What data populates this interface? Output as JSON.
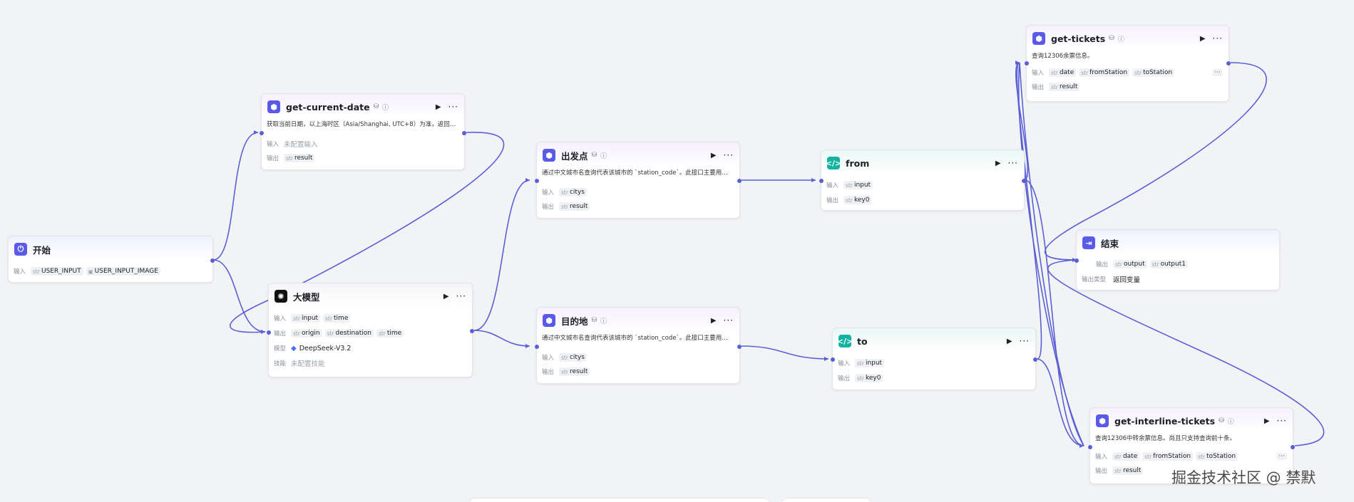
{
  "watermark": "掘金技术社区 @ 禁默",
  "labels": {
    "input": "输入",
    "output": "输出",
    "model": "模型",
    "skill": "技能",
    "output_type": "输出类型"
  },
  "nodes": {
    "start": {
      "title": "开始",
      "inputs": [
        {
          "type": "str",
          "name": "USER_INPUT"
        },
        {
          "type": "image",
          "name": "USER_INPUT_IMAGE"
        }
      ]
    },
    "get_current_date": {
      "title": "get-current-date",
      "desc": "获取当前日期，以上海时区（Asia/Shanghai, UTC+8）为准，返回格式为 \"YYYY-MM-DD\"",
      "input_text": "未配置输入",
      "outputs": [
        {
          "type": "str",
          "name": "result"
        }
      ]
    },
    "llm": {
      "title": "大模型",
      "inputs": [
        {
          "type": "str",
          "name": "input"
        },
        {
          "type": "str",
          "name": "time"
        }
      ],
      "outputs": [
        {
          "type": "str",
          "name": "origin"
        },
        {
          "type": "str",
          "name": "destination"
        },
        {
          "type": "str",
          "name": "time"
        }
      ],
      "model": "DeepSeek-V3.2",
      "skill_text": "未配置技能"
    },
    "origin": {
      "title": "出发点",
      "desc": "通过中文城市名查询代表该城市的 `station_code`。此接口主要用于在用户提供出发地和到达地城市时使用",
      "inputs": [
        {
          "type": "str",
          "name": "citys"
        }
      ],
      "outputs": [
        {
          "type": "str",
          "name": "result"
        }
      ]
    },
    "destination": {
      "title": "目的地",
      "desc": "通过中文城市名查询代表该城市的 `station_code`。此接口主要用于在用户提供出发地和到达地城市时使用",
      "inputs": [
        {
          "type": "str",
          "name": "citys"
        }
      ],
      "outputs": [
        {
          "type": "str",
          "name": "result"
        }
      ]
    },
    "from": {
      "title": "from",
      "inputs": [
        {
          "type": "str",
          "name": "input"
        }
      ],
      "outputs": [
        {
          "type": "str",
          "name": "key0"
        }
      ]
    },
    "to": {
      "title": "to",
      "inputs": [
        {
          "type": "str",
          "name": "input"
        }
      ],
      "outputs": [
        {
          "type": "str",
          "name": "key0"
        }
      ]
    },
    "get_tickets": {
      "title": "get-tickets",
      "desc": "查询12306余票信息。",
      "inputs": [
        {
          "type": "str",
          "name": "date"
        },
        {
          "type": "str",
          "name": "fromStation"
        },
        {
          "type": "str",
          "name": "toStation"
        }
      ],
      "outputs": [
        {
          "type": "str",
          "name": "result"
        }
      ],
      "more": "···"
    },
    "end": {
      "title": "结束",
      "outputs": [
        {
          "type": "str",
          "name": "output"
        },
        {
          "type": "str",
          "name": "output1"
        }
      ],
      "output_type": "返回变量"
    },
    "get_interline_tickets": {
      "title": "get-interline-tickets",
      "desc": "查询12306中转余票信息。尚且只支持查询前十条。",
      "inputs": [
        {
          "type": "str",
          "name": "date"
        },
        {
          "type": "str",
          "name": "fromStation"
        },
        {
          "type": "str",
          "name": "toStation"
        }
      ],
      "outputs": [
        {
          "type": "str",
          "name": "result"
        }
      ],
      "more": "···"
    }
  },
  "colors": {
    "edge": "#5b5fd6",
    "accent": "#5a5ae8",
    "code": "#12b3a0"
  }
}
